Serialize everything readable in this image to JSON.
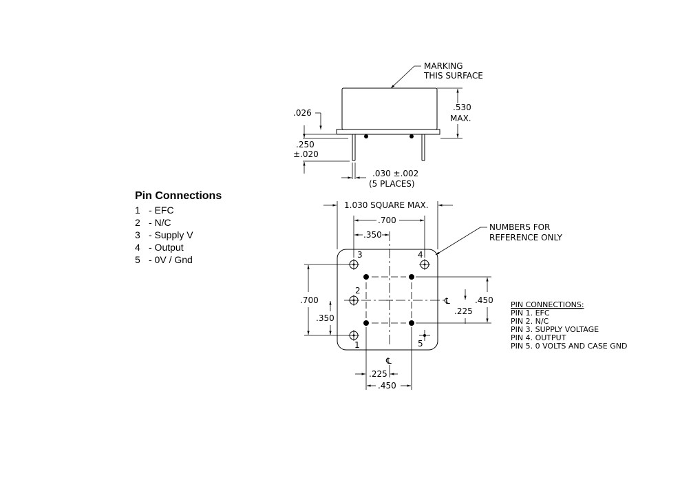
{
  "pin_panel": {
    "title": "Pin Connections",
    "rows": [
      {
        "num": "1",
        "label": "- EFC"
      },
      {
        "num": "2",
        "label": "- N/C"
      },
      {
        "num": "3",
        "label": "- Supply V"
      },
      {
        "num": "4",
        "label": "- Output"
      },
      {
        "num": "5",
        "label": "- 0V / Gnd"
      }
    ]
  },
  "side_view": {
    "marking_1": "MARKING",
    "marking_2": "THIS SURFACE",
    "dim_026": ".026",
    "dim_530": ".530",
    "dim_max": "MAX.",
    "dim_250": ".250",
    "dim_020": "±.020",
    "dim_030": ".030  ±.002",
    "dim_places": "(5 PLACES)"
  },
  "top_view": {
    "dim_1030": "1.030 SQUARE MAX.",
    "dim_700_h": ".700",
    "dim_350_h": ".350",
    "dim_700_v": ".700",
    "dim_350_v": ".350",
    "dim_450_r": ".450",
    "dim_225_r": ".225",
    "dim_225_b": ".225",
    "dim_450_b": ".450",
    "numbers_1": "NUMBERS FOR",
    "numbers_2": "REFERENCE ONLY",
    "pin_3": "3",
    "pin_4": "4",
    "pin_2": "2",
    "pin_1": "1",
    "pin_5": "5",
    "cl_right": "℄",
    "cl_bottom": "℄"
  },
  "pin_list": {
    "heading": "PIN CONNECTIONS:",
    "items": [
      "PIN 1. EFC",
      "PIN 2. N/C",
      "PIN 3. SUPPLY VOLTAGE",
      "PIN 4. OUTPUT",
      "PIN 5. 0 VOLTS AND CASE GND"
    ]
  }
}
